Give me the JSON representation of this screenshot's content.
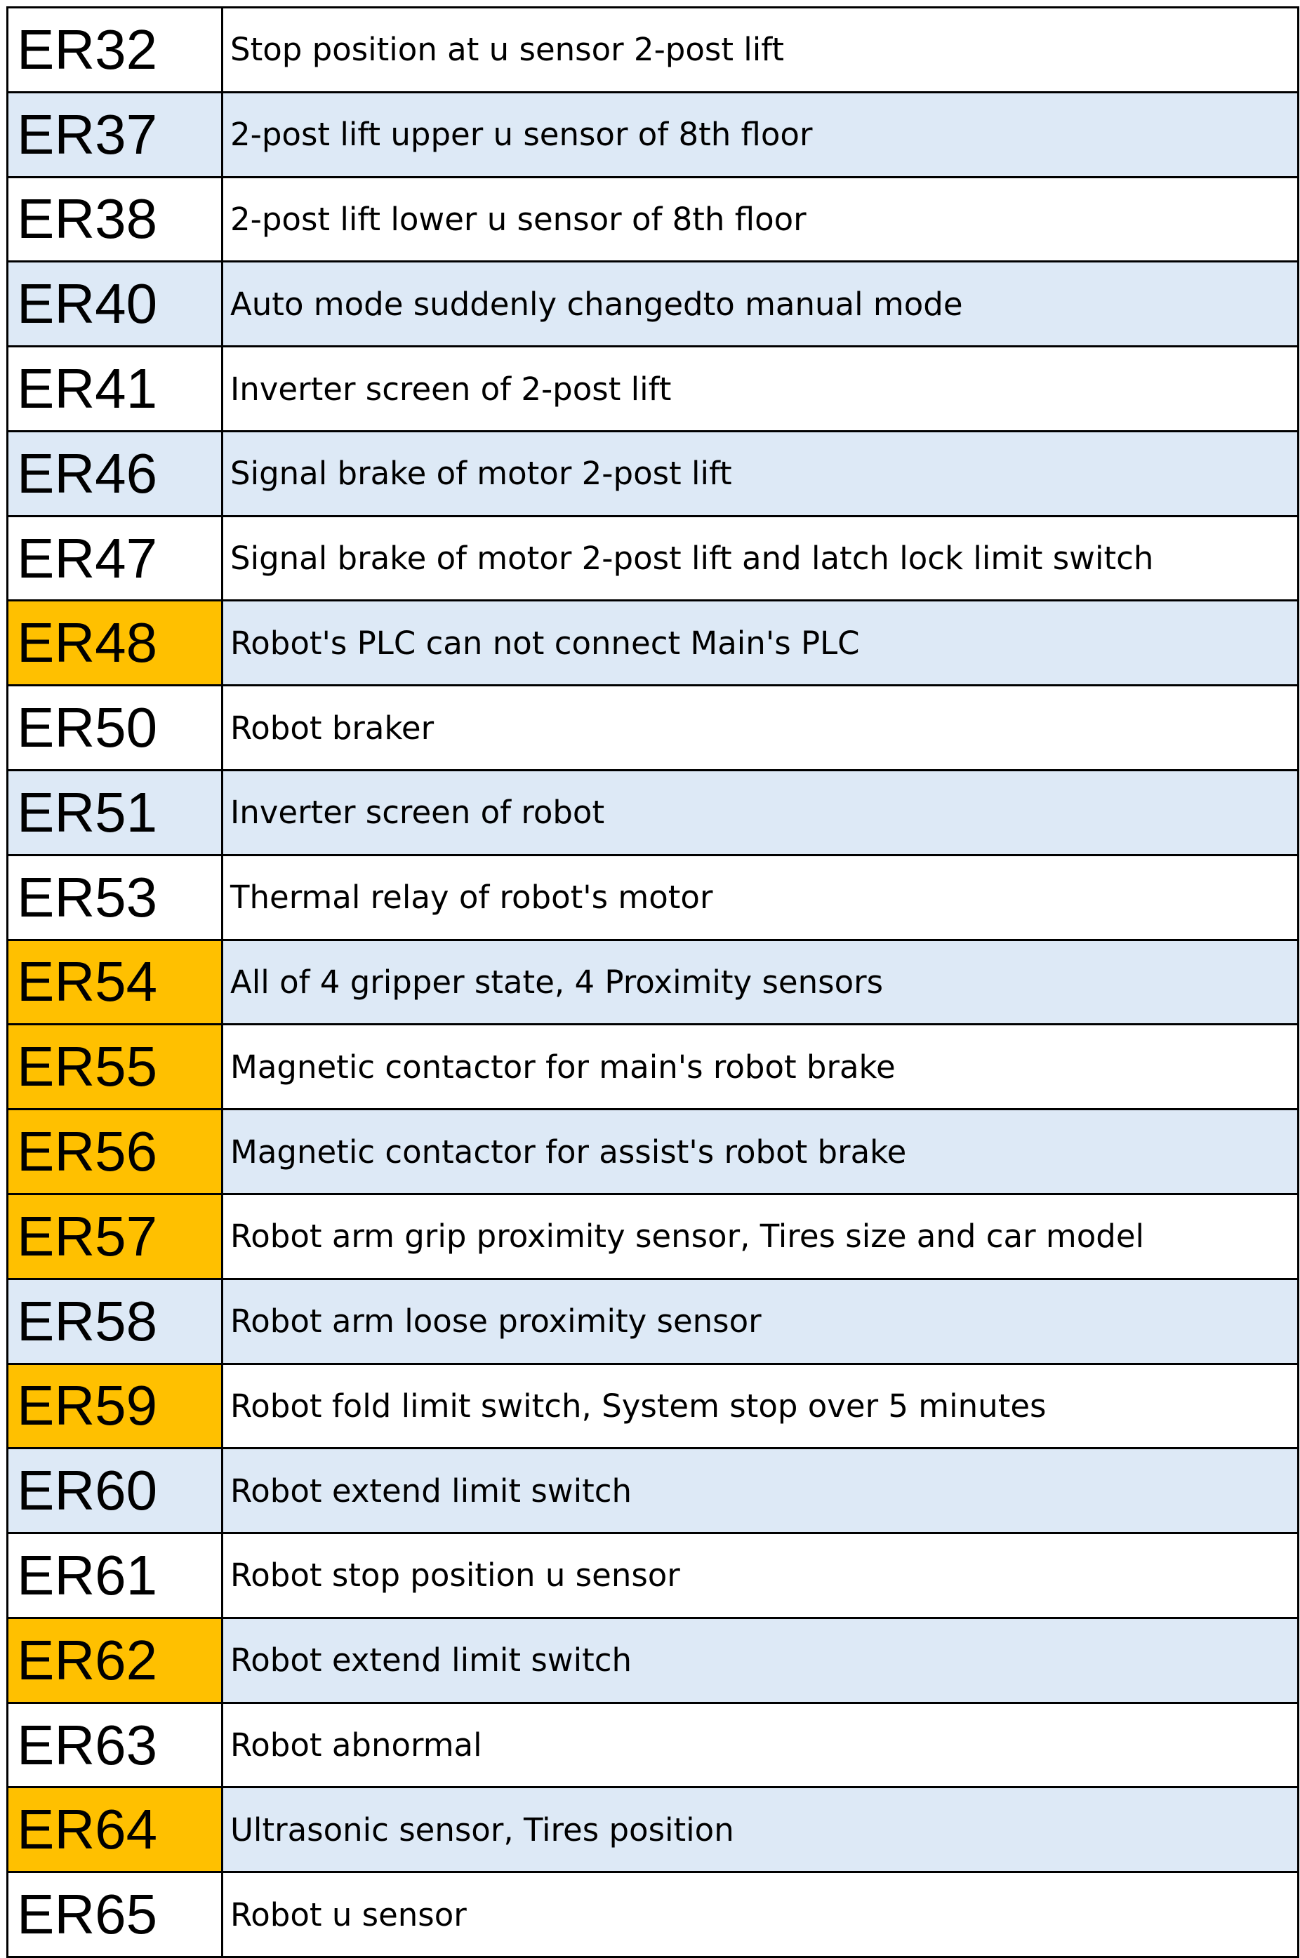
{
  "colors": {
    "row_white": "#ffffff",
    "row_blue": "#dde9f6",
    "highlight_orange": "#ffc000",
    "border": "#000000"
  },
  "rows": [
    {
      "code": "ER32",
      "description": "Stop position at u sensor 2-post lift",
      "shade": "white",
      "highlight": false
    },
    {
      "code": "ER37",
      "description": "2-post lift upper u sensor of 8th floor",
      "shade": "blue",
      "highlight": false
    },
    {
      "code": "ER38",
      "description": "2-post lift lower u sensor of 8th floor",
      "shade": "white",
      "highlight": false
    },
    {
      "code": "ER40",
      "description": "Auto mode suddenly changedto manual mode",
      "shade": "blue",
      "highlight": false
    },
    {
      "code": "ER41",
      "description": "Inverter screen of 2-post lift",
      "shade": "white",
      "highlight": false
    },
    {
      "code": "ER46",
      "description": "Signal brake of motor 2-post lift",
      "shade": "blue",
      "highlight": false
    },
    {
      "code": "ER47",
      "description": "Signal brake of motor 2-post lift and latch lock limit switch",
      "shade": "white",
      "highlight": false
    },
    {
      "code": "ER48",
      "description": "Robot's PLC can not connect Main's PLC",
      "shade": "blue",
      "highlight": true
    },
    {
      "code": "ER50",
      "description": "Robot braker",
      "shade": "white",
      "highlight": false
    },
    {
      "code": "ER51",
      "description": "Inverter screen of robot",
      "shade": "blue",
      "highlight": false
    },
    {
      "code": "ER53",
      "description": "Thermal relay of robot's motor",
      "shade": "white",
      "highlight": false
    },
    {
      "code": "ER54",
      "description": "All of 4 gripper state, 4 Proximity sensors",
      "shade": "blue",
      "highlight": true
    },
    {
      "code": "ER55",
      "description": "Magnetic contactor for main's robot brake",
      "shade": "white",
      "highlight": true
    },
    {
      "code": "ER56",
      "description": "Magnetic contactor for assist's robot brake",
      "shade": "blue",
      "highlight": true
    },
    {
      "code": "ER57",
      "description": "Robot arm grip proximity sensor, Tires size and car model",
      "shade": "white",
      "highlight": true
    },
    {
      "code": "ER58",
      "description": "Robot arm loose proximity sensor",
      "shade": "blue",
      "highlight": false
    },
    {
      "code": "ER59",
      "description": "Robot fold limit switch, System stop over 5 minutes",
      "shade": "white",
      "highlight": true
    },
    {
      "code": "ER60",
      "description": "Robot extend limit switch",
      "shade": "blue",
      "highlight": false
    },
    {
      "code": "ER61",
      "description": "Robot stop position u sensor",
      "shade": "white",
      "highlight": false
    },
    {
      "code": "ER62",
      "description": "Robot extend limit switch",
      "shade": "blue",
      "highlight": true
    },
    {
      "code": "ER63",
      "description": "Robot abnormal",
      "shade": "white",
      "highlight": false
    },
    {
      "code": "ER64",
      "description": "Ultrasonic sensor, Tires position",
      "shade": "blue",
      "highlight": true
    },
    {
      "code": "ER65",
      "description": "Robot u sensor",
      "shade": "white",
      "highlight": false
    }
  ]
}
